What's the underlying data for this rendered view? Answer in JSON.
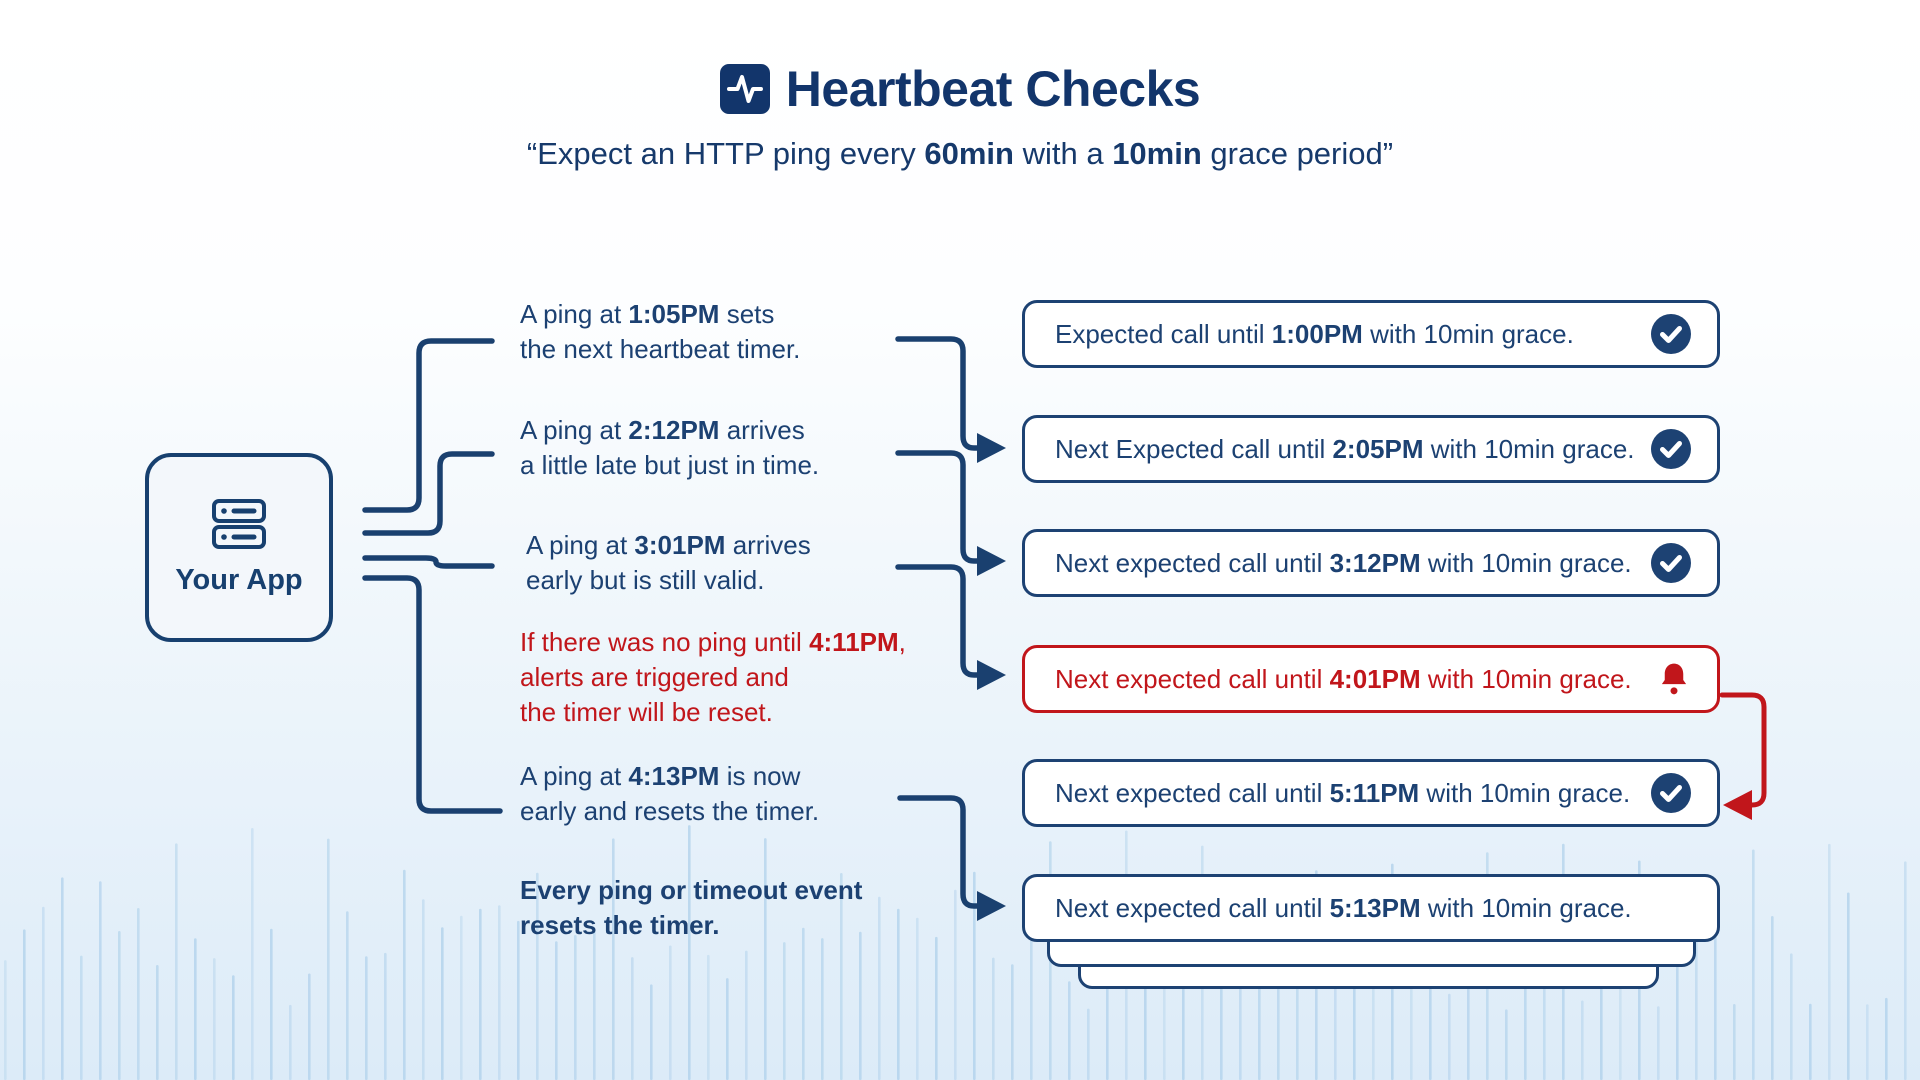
{
  "header": {
    "title": "Heartbeat Checks",
    "subtitle_segments": [
      {
        "t": "“Expect an HTTP ping every "
      },
      {
        "t": "60min",
        "b": true
      },
      {
        "t": " with a "
      },
      {
        "t": "10min",
        "b": true
      },
      {
        "t": " grace period”"
      }
    ]
  },
  "app_box": {
    "label": "Your App",
    "icon": "server-icon"
  },
  "events": [
    {
      "tone": "navy",
      "lines": [
        [
          {
            "t": "A ping at "
          },
          {
            "t": "1:05PM",
            "b": true
          },
          {
            "t": " sets"
          }
        ],
        [
          {
            "t": "the next heartbeat timer."
          }
        ]
      ]
    },
    {
      "tone": "navy",
      "lines": [
        [
          {
            "t": "A ping at "
          },
          {
            "t": "2:12PM",
            "b": true
          },
          {
            "t": " arrives"
          }
        ],
        [
          {
            "t": "a little late but just in time."
          }
        ]
      ]
    },
    {
      "tone": "navy",
      "lines": [
        [
          {
            "t": "A ping at "
          },
          {
            "t": "3:01PM",
            "b": true
          },
          {
            "t": " arrives"
          }
        ],
        [
          {
            "t": "early but is still valid."
          }
        ]
      ]
    },
    {
      "tone": "red",
      "lines": [
        [
          {
            "t": "If there was no ping until "
          },
          {
            "t": "4:11PM",
            "b": true
          },
          {
            "t": ","
          }
        ],
        [
          {
            "t": "alerts are triggered and"
          }
        ],
        [
          {
            "t": "the timer will be reset."
          }
        ]
      ]
    },
    {
      "tone": "navy",
      "lines": [
        [
          {
            "t": "A ping at "
          },
          {
            "t": "4:13PM",
            "b": true
          },
          {
            "t": " is now"
          }
        ],
        [
          {
            "t": "early and resets the timer."
          }
        ]
      ]
    },
    {
      "tone": "navy-bold",
      "lines": [
        [
          {
            "t": "Every ping or timeout event",
            "b": true
          }
        ],
        [
          {
            "t": "resets the timer.",
            "b": true
          }
        ]
      ]
    }
  ],
  "timers": [
    {
      "icon": "check-circle",
      "tone": "navy",
      "segments": [
        {
          "t": "Expected call until "
        },
        {
          "t": "1:00PM",
          "b": true
        },
        {
          "t": " with 10min grace."
        }
      ]
    },
    {
      "icon": "check-circle",
      "tone": "navy",
      "segments": [
        {
          "t": "Next Expected call until "
        },
        {
          "t": "2:05PM",
          "b": true
        },
        {
          "t": " with 10min grace."
        }
      ]
    },
    {
      "icon": "check-circle",
      "tone": "navy",
      "segments": [
        {
          "t": "Next expected call until "
        },
        {
          "t": "3:12PM",
          "b": true
        },
        {
          "t": " with 10min grace."
        }
      ]
    },
    {
      "icon": "bell",
      "tone": "red",
      "segments": [
        {
          "t": "Next expected call until "
        },
        {
          "t": "4:01PM",
          "b": true
        },
        {
          "t": " with 10min grace."
        }
      ]
    },
    {
      "icon": "check-circle",
      "tone": "navy",
      "segments": [
        {
          "t": "Next expected call until "
        },
        {
          "t": "5:11PM",
          "b": true
        },
        {
          "t": " with 10min grace."
        }
      ]
    },
    {
      "icon": null,
      "tone": "navy",
      "segments": [
        {
          "t": "Next expected call until "
        },
        {
          "t": "5:13PM",
          "b": true
        },
        {
          "t": " with 10min grace."
        }
      ]
    }
  ],
  "colors": {
    "navy": "#17406f",
    "title_navy": "#12356b",
    "red": "#c1161b",
    "card_border": "#1d4273",
    "app_fill": "#f3f7fb",
    "wave": "#a9cde9",
    "bg_top": "#ffffff",
    "bg_bottom": "#dcebf8"
  }
}
